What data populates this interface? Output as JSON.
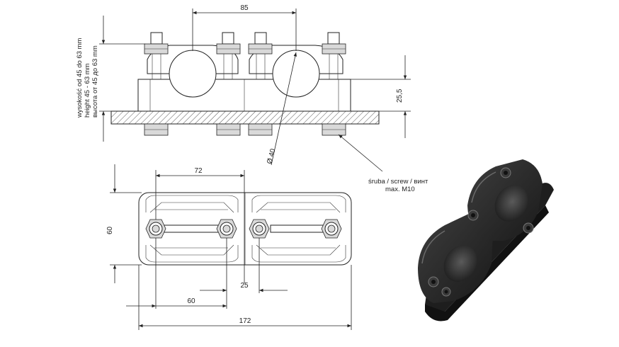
{
  "dimensions": {
    "top_width": "85",
    "plate_height": "25,5",
    "diameter": "Ø 40",
    "bolt_spacing": "72",
    "body_height": "60",
    "center_offset": "25",
    "half_length": "60",
    "total_length": "172"
  },
  "height_label": {
    "pl": "wysokość od 45 do 63 mm",
    "en": "height 45 - 63 mm",
    "ru": "высота от 45 до 63 mm"
  },
  "screw_note": {
    "line1": "śruba / screw / винт",
    "line2": "max. M10"
  },
  "colors": {
    "line": "#222222",
    "plate_hatch": "#555555",
    "render_body": "#2a2a2a"
  }
}
